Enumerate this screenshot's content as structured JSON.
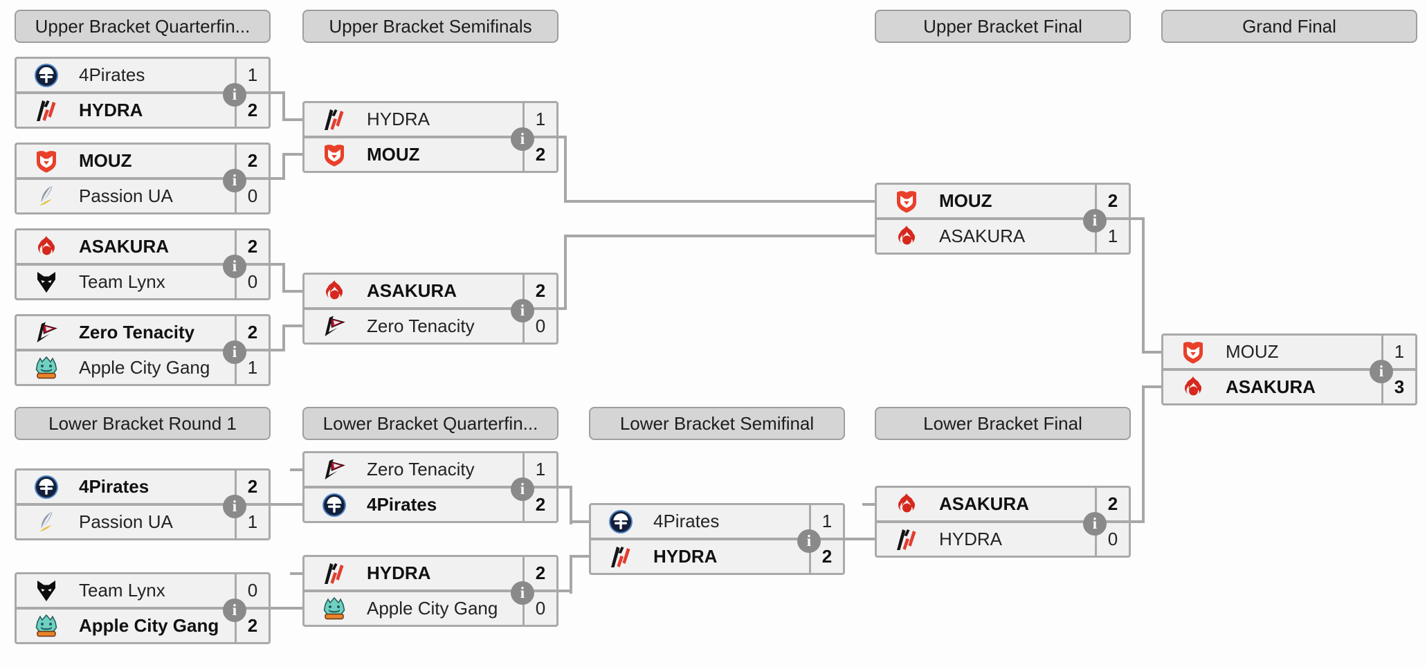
{
  "colors": {
    "background": "#fdfdfe",
    "box_fill": "#f1f1f2",
    "box_border": "#a9a9a9",
    "header_fill": "#d5d5d5",
    "header_border": "#9e9e9e",
    "connector": "#a7a7a7",
    "info_circle": "#8a8a8a",
    "mouz_red": "#e8402a",
    "asakura_red": "#d6281e"
  },
  "ui": {
    "info_glyph": "i"
  },
  "icons": {
    "4pirates-logo": "round navy badge with white umbrella crest on blue ring",
    "hydra-logo": "black and red diagonal slashes",
    "mouz-logo": "red shield with white fox head",
    "passionua-logo": "grey feather with yellow swoosh",
    "asakura-logo": "red flame orb",
    "teamlynx-logo": "black lynx head with white eyes",
    "zerotenacity-logo": "black Z chevron with red flag",
    "applecity-logo": "teal cartoon monster over orange banner",
    "info-icon": "grey circle with white letter i"
  },
  "headers": {
    "ub_quarterfinals": "Upper Bracket Quarterfin...",
    "ub_semifinals": "Upper Bracket Semifinals",
    "ub_final": "Upper Bracket Final",
    "grand_final": "Grand Final",
    "lb_round1": "Lower Bracket Round 1",
    "lb_quarterfinals": "Lower Bracket Quarterfin...",
    "lb_semifinal": "Lower Bracket Semifinal",
    "lb_final": "Lower Bracket Final"
  },
  "matches": {
    "ubqf1": {
      "top": {
        "team": "4Pirates",
        "score": "1",
        "winner": false
      },
      "bottom": {
        "team": "HYDRA",
        "score": "2",
        "winner": true
      }
    },
    "ubqf2": {
      "top": {
        "team": "MOUZ",
        "score": "2",
        "winner": true
      },
      "bottom": {
        "team": "Passion UA",
        "score": "0",
        "winner": false
      }
    },
    "ubqf3": {
      "top": {
        "team": "ASAKURA",
        "score": "2",
        "winner": true
      },
      "bottom": {
        "team": "Team Lynx",
        "score": "0",
        "winner": false
      }
    },
    "ubqf4": {
      "top": {
        "team": "Zero Tenacity",
        "score": "2",
        "winner": true
      },
      "bottom": {
        "team": "Apple City Gang",
        "score": "1",
        "winner": false
      }
    },
    "ubsf1": {
      "top": {
        "team": "HYDRA",
        "score": "1",
        "winner": false
      },
      "bottom": {
        "team": "MOUZ",
        "score": "2",
        "winner": true
      }
    },
    "ubsf2": {
      "top": {
        "team": "ASAKURA",
        "score": "2",
        "winner": true
      },
      "bottom": {
        "team": "Zero Tenacity",
        "score": "0",
        "winner": false
      }
    },
    "ubf": {
      "top": {
        "team": "MOUZ",
        "score": "2",
        "winner": true
      },
      "bottom": {
        "team": "ASAKURA",
        "score": "1",
        "winner": false
      }
    },
    "gf": {
      "top": {
        "team": "MOUZ",
        "score": "1",
        "winner": false
      },
      "bottom": {
        "team": "ASAKURA",
        "score": "3",
        "winner": true
      }
    },
    "lbr1m1": {
      "top": {
        "team": "4Pirates",
        "score": "2",
        "winner": true
      },
      "bottom": {
        "team": "Passion UA",
        "score": "1",
        "winner": false
      }
    },
    "lbr1m2": {
      "top": {
        "team": "Team Lynx",
        "score": "0",
        "winner": false
      },
      "bottom": {
        "team": "Apple City Gang",
        "score": "2",
        "winner": true
      }
    },
    "lbqf1": {
      "top": {
        "team": "Zero Tenacity",
        "score": "1",
        "winner": false
      },
      "bottom": {
        "team": "4Pirates",
        "score": "2",
        "winner": true
      }
    },
    "lbqf2": {
      "top": {
        "team": "HYDRA",
        "score": "2",
        "winner": true
      },
      "bottom": {
        "team": "Apple City Gang",
        "score": "0",
        "winner": false
      }
    },
    "lbsf": {
      "top": {
        "team": "4Pirates",
        "score": "1",
        "winner": false
      },
      "bottom": {
        "team": "HYDRA",
        "score": "2",
        "winner": true
      }
    },
    "lbf": {
      "top": {
        "team": "ASAKURA",
        "score": "2",
        "winner": true
      },
      "bottom": {
        "team": "HYDRA",
        "score": "0",
        "winner": false
      }
    }
  }
}
